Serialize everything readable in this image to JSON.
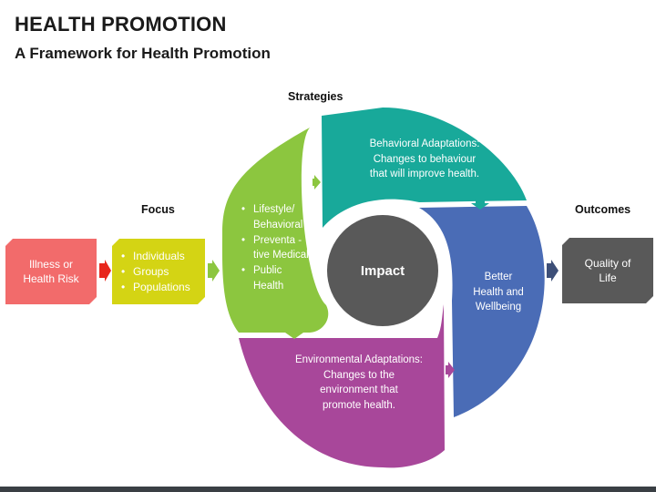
{
  "title": "HEALTH PROMOTION",
  "subtitle": "A Framework for Health Promotion",
  "labels": {
    "strategies": "Strategies",
    "focus": "Focus",
    "outcomes": "Outcomes"
  },
  "boxes": {
    "illness": [
      "Illness or",
      "Health Risk"
    ],
    "focus_items": [
      "Individuals",
      "Groups",
      "Populations"
    ],
    "outcome": [
      "Quality of",
      "Life"
    ]
  },
  "cycle": {
    "center": "Impact",
    "lifestyle_items": [
      "Lifestyle/ Behavioral",
      "Preventa -tive Medical",
      "Public Health"
    ],
    "behavioral_text": [
      "Behavioral Adaptations:",
      "Changes to behaviour",
      "that will improve health."
    ],
    "environmental_text": [
      "Environmental Adaptations:",
      "Changes to the",
      "environment that",
      "promote health."
    ],
    "better_health_text": [
      "Better",
      "Health and",
      "Wellbeing"
    ]
  },
  "colors": {
    "red": "#f26b6b",
    "yellow": "#d4d414",
    "green": "#8cc63f",
    "teal": "#18a99a",
    "purple": "#a8479a",
    "blue": "#4a6cb6",
    "gray": "#595959",
    "arrow_dark": "#3d4f78"
  }
}
